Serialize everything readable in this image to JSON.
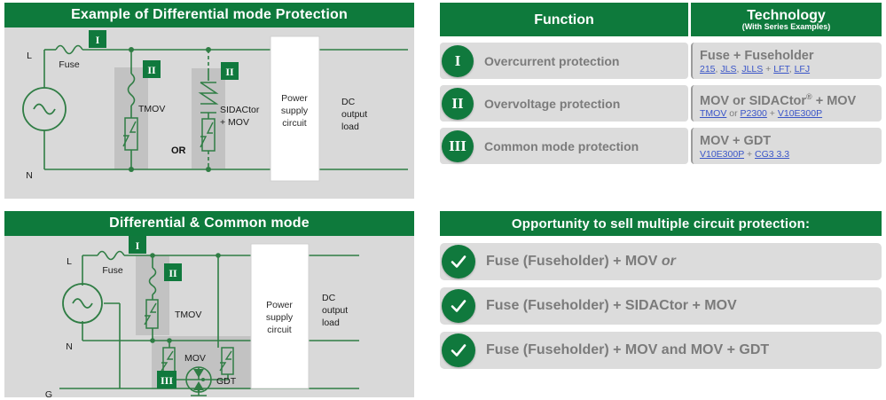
{
  "colors": {
    "green": "#0E7A3C",
    "circle_green": "#10793D",
    "panel_gray": "#d9d9d9",
    "row_gray": "#dcdcdc",
    "label_gray": "#7b7b7b",
    "link_blue": "#3a55c8",
    "wire_green": "#2f7d44"
  },
  "diagram1": {
    "title": "Example of Differential mode Protection",
    "labels": {
      "line": "L",
      "neutral": "N",
      "fuse": "Fuse",
      "tmov": "TMOV",
      "sidactor": "SIDACtor",
      "sidactor2": "+ MOV",
      "or": "OR",
      "psu_line1": "Power",
      "psu_line2": "supply",
      "psu_line3": "circuit",
      "load_line1": "DC",
      "load_line2": "output",
      "load_line3": "load",
      "badge1": "I",
      "badge2": "II",
      "badge3": "II"
    }
  },
  "diagram2": {
    "title": "Differential & Common mode",
    "labels": {
      "line": "L",
      "neutral": "N",
      "ground": "G",
      "fuse": "Fuse",
      "tmov": "TMOV",
      "mov": "MOV",
      "gdt": "GDT",
      "psu_line1": "Power",
      "psu_line2": "supply",
      "psu_line3": "circuit",
      "load_line1": "DC",
      "load_line2": "output",
      "load_line3": "load",
      "badge1": "I",
      "badge2": "II",
      "badge3": "III"
    }
  },
  "table": {
    "header": {
      "function": "Function",
      "technology": "Technology",
      "technology_sub": "(With Series Examples)"
    },
    "rows": [
      {
        "numeral": "I",
        "function": "Overcurrent protection",
        "tech_main": "Fuse + Fuseholder",
        "tech_main_sup": "",
        "tech_parts": [
          {
            "text": "215",
            "link": true
          },
          {
            "text": ", ",
            "link": false
          },
          {
            "text": "JLS",
            "link": true
          },
          {
            "text": ", ",
            "link": false
          },
          {
            "text": "JLLS",
            "link": true
          },
          {
            "text": " + ",
            "link": false
          },
          {
            "text": "LFT",
            "link": true
          },
          {
            "text": ", ",
            "link": false
          },
          {
            "text": "LFJ",
            "link": true
          }
        ]
      },
      {
        "numeral": "II",
        "function": "Overvoltage protection",
        "tech_main": "MOV or SIDACtor",
        "tech_main_sup": "®",
        "tech_main_tail": " + MOV",
        "tech_parts": [
          {
            "text": "TMOV",
            "link": true
          },
          {
            "text": " or ",
            "link": false
          },
          {
            "text": "P2300",
            "link": true
          },
          {
            "text": " + ",
            "link": false
          },
          {
            "text": "V10E300P",
            "link": true
          }
        ]
      },
      {
        "numeral": "III",
        "function": "Common mode protection",
        "tech_main": "MOV + GDT",
        "tech_main_sup": "",
        "tech_parts": [
          {
            "text": "V10E300P",
            "link": true
          },
          {
            "text": " + ",
            "link": false
          },
          {
            "text": "CG3 3.3",
            "link": true
          }
        ]
      }
    ]
  },
  "opportunity": {
    "title": "Opportunity to sell multiple circuit protection:",
    "items": [
      {
        "text": "Fuse (Fuseholder) + MOV ",
        "emphasis": "or"
      },
      {
        "text": "Fuse (Fuseholder) + SIDACtor + MOV",
        "emphasis": ""
      },
      {
        "text": "Fuse (Fuseholder) + MOV and MOV + GDT",
        "emphasis": ""
      }
    ]
  }
}
